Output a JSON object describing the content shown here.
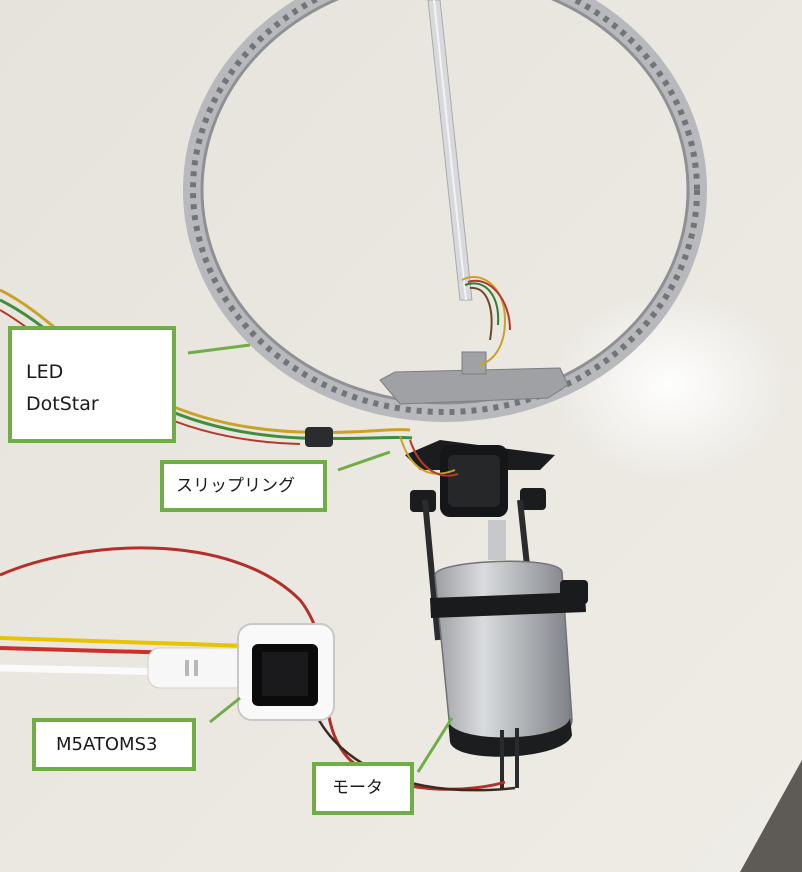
{
  "labels": {
    "led": {
      "line1": "LED",
      "line2": "DotStar"
    },
    "slip_ring": "スリップリング",
    "controller": "M5ATOMS3",
    "motor": "モータ"
  },
  "colors": {
    "callout_border": "#70ad47",
    "callout_fill": "#ffffff",
    "table_surface": "#e9e6df"
  }
}
